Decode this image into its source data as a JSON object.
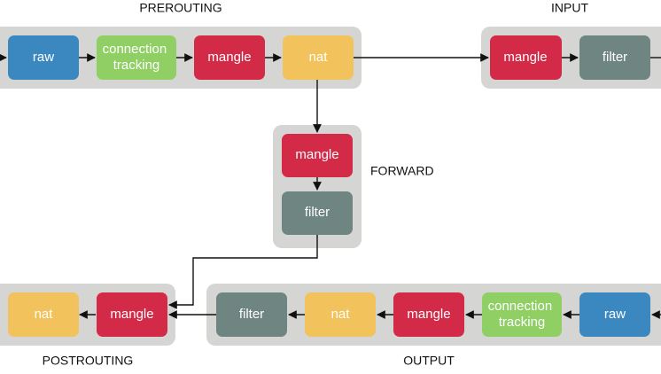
{
  "chains": {
    "prerouting": {
      "label": "PREROUTING",
      "tables": [
        "raw",
        [
          "connection",
          "tracking"
        ],
        "mangle",
        "nat"
      ]
    },
    "input": {
      "label": "INPUT",
      "tables": [
        "mangle",
        "filter"
      ]
    },
    "forward": {
      "label": "FORWARD",
      "tables": [
        "mangle",
        "filter"
      ]
    },
    "postrouting": {
      "label": "POSTROUTING",
      "tables": [
        "nat",
        "mangle"
      ]
    },
    "output": {
      "label": "OUTPUT",
      "tables": [
        "filter",
        "nat",
        "mangle",
        [
          "connection",
          "tracking"
        ],
        "raw"
      ]
    }
  },
  "colors": {
    "raw": "#3b88c0",
    "connection_tracking": "#8fcf64",
    "mangle": "#d22a47",
    "nat": "#f2c25c",
    "filter": "#6e8582",
    "chain_background": "#d5d6d3"
  }
}
